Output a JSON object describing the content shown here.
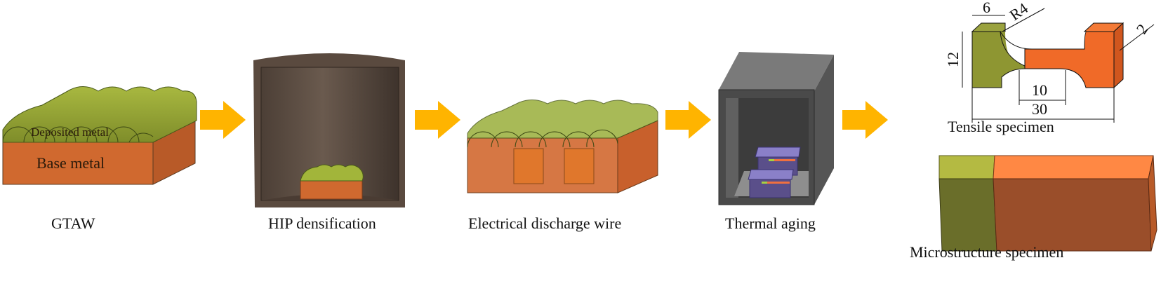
{
  "title": "Process flow: GTAW deposition to specimen preparation",
  "colors": {
    "arrow": "#FFB400",
    "deposited_metal": "#8B9A2E",
    "deposited_metal_light": "#A9B83F",
    "base_metal": "#D0692F",
    "hip_vessel": "#5A4A3F",
    "aging_chamber": "#4A4A4A",
    "tray": "#5A4F8A",
    "tensile_weld": "#8E9632",
    "tensile_base": "#F06A28",
    "micro_weld_front": "#6A6E2A",
    "micro_weld_top": "#B4BA42",
    "micro_base_front": "#9A4E2A",
    "micro_base_top": "#FF8844"
  },
  "steps": [
    {
      "label": "GTAW",
      "inner_labels": {
        "deposited": "Deposited metal",
        "base": "Base metal"
      }
    },
    {
      "label": "HIP densification"
    },
    {
      "label": "Electrical discharge wire"
    },
    {
      "label": "Thermal aging"
    },
    {
      "outputs": [
        {
          "label": "Tensile specimen",
          "dimensions": {
            "grip_width": "6",
            "radius": "R4",
            "height": "12",
            "gauge_length": "10",
            "total_length": "30",
            "thickness": "2"
          }
        },
        {
          "label": "Microstructure specimen"
        }
      ]
    }
  ],
  "arrows": [
    {
      "from": "GTAW",
      "to": "HIP densification"
    },
    {
      "from": "HIP densification",
      "to": "Electrical discharge wire"
    },
    {
      "from": "Electrical discharge wire",
      "to": "Thermal aging"
    },
    {
      "from": "Thermal aging",
      "to": "Specimens"
    }
  ]
}
